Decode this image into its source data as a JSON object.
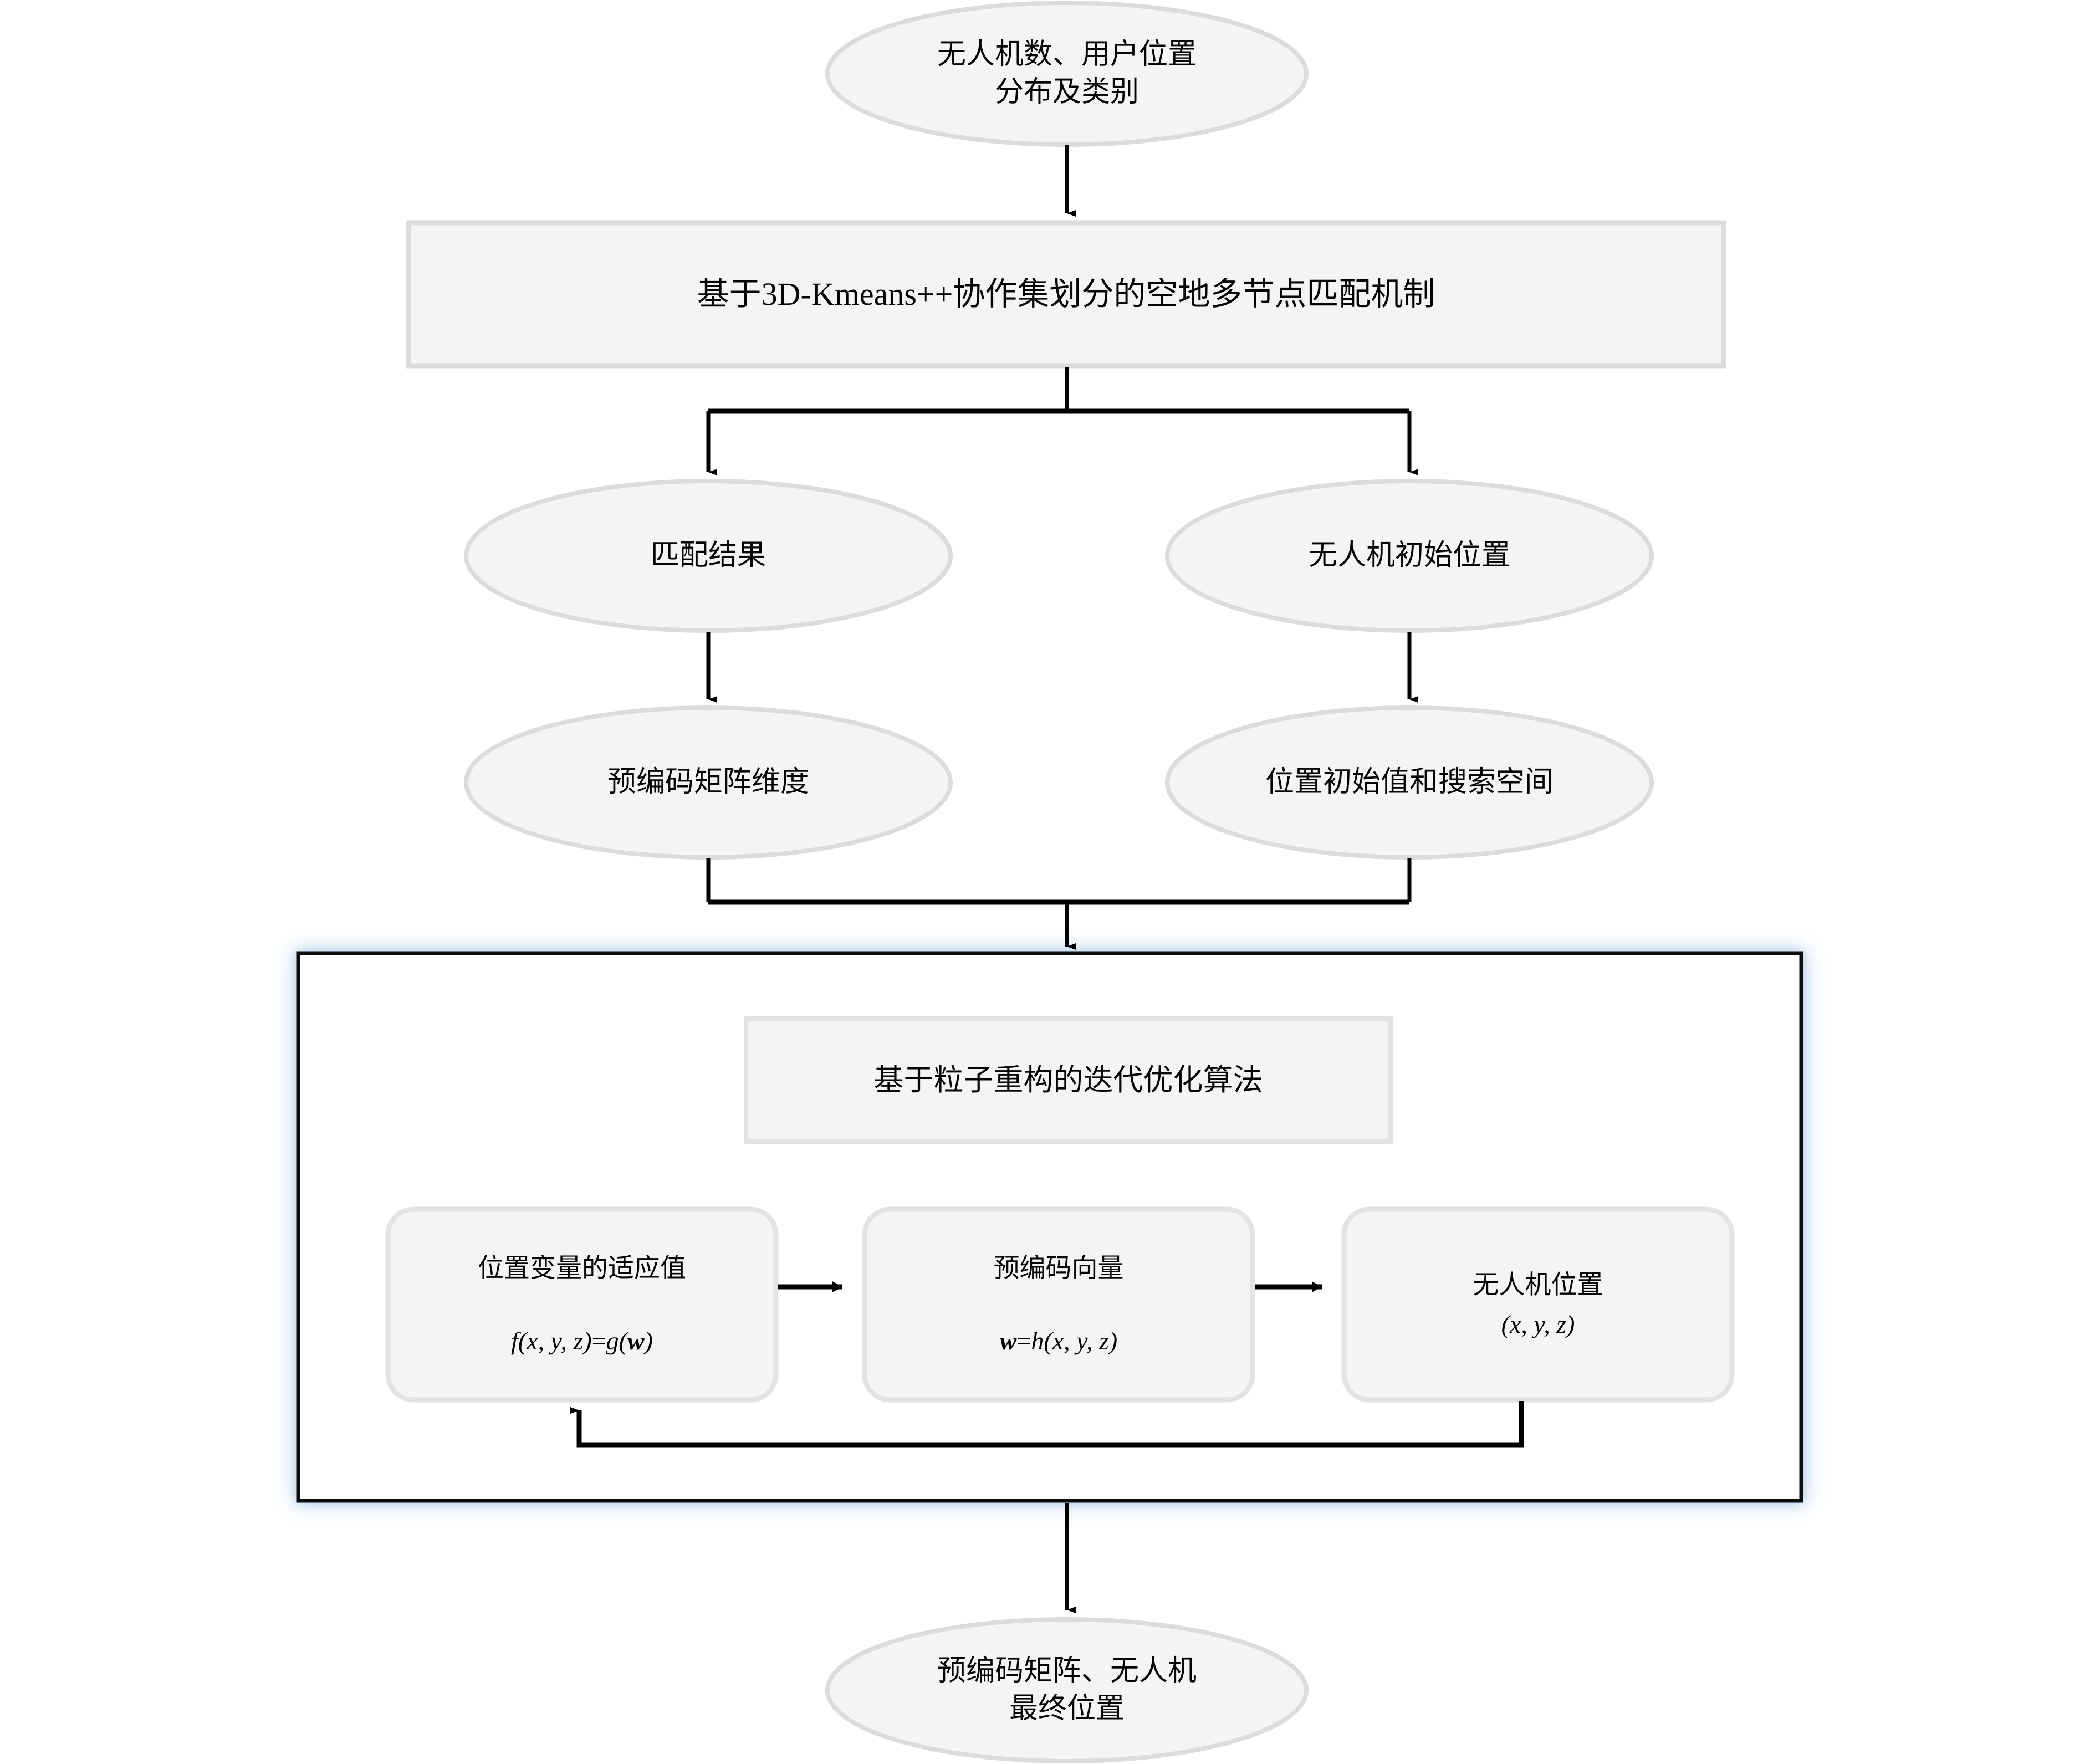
{
  "diagram": {
    "type": "flowchart",
    "title": "UAV precoding and position joint optimization flowchart",
    "colors": {
      "node_fill": "#f4f4f4",
      "node_stroke": "#dcdcdc",
      "connector": "#000000",
      "highlight_border": "#111111",
      "highlight_glow": "#b9d2ee",
      "page_background": "#ffffff"
    },
    "nodes": {
      "input_ellipse": {
        "shape": "ellipse",
        "label": "无人机数、用户位置\n分布及类别"
      },
      "main_process": {
        "shape": "rectangle",
        "label": "基于3D-Kmeans++协作集划分的空地多节点匹配机制"
      },
      "match_result": {
        "shape": "ellipse",
        "label": "匹配结果"
      },
      "uav_init_pos": {
        "shape": "ellipse",
        "label": "无人机初始位置"
      },
      "precoding_dim": {
        "shape": "ellipse",
        "label": "预编码矩阵维度"
      },
      "init_value_space": {
        "shape": "ellipse",
        "label": "位置初始值和搜索空间"
      },
      "algorithm_title": {
        "shape": "rectangle",
        "label": "基于粒子重构的迭代优化算法"
      },
      "fitness_box": {
        "shape": "rounded-rectangle",
        "label": "位置变量的适应值",
        "formula_prefix": "f",
        "formula_args": "(x, y, z)",
        "formula_eq": "=",
        "formula_fn": "g",
        "formula_open": "(",
        "formula_vec": "w",
        "formula_close": ")",
        "formula_plain": "f(x, y, z)=g(w)"
      },
      "precoding_vector_box": {
        "shape": "rounded-rectangle",
        "label": "预编码向量",
        "formula_vec": "w",
        "formula_eq": "=",
        "formula_fn": "h",
        "formula_args": "(x, y, z)",
        "formula_plain": "w=h(x, y, z)"
      },
      "uav_position_box": {
        "shape": "rounded-rectangle",
        "label": "无人机位置",
        "formula_args": "(x, y, z)",
        "formula_plain": "(x, y, z)"
      },
      "output_ellipse": {
        "shape": "ellipse",
        "label": "预编码矩阵、无人机\n最终位置"
      }
    },
    "edges": [
      {
        "from": "input_ellipse",
        "to": "main_process",
        "style": "arrow-down"
      },
      {
        "from": "main_process",
        "to": "match_result",
        "style": "split-arrow-down-left"
      },
      {
        "from": "main_process",
        "to": "uav_init_pos",
        "style": "split-arrow-down-right"
      },
      {
        "from": "match_result",
        "to": "precoding_dim",
        "style": "arrow-down"
      },
      {
        "from": "uav_init_pos",
        "to": "init_value_space",
        "style": "arrow-down"
      },
      {
        "from": "precoding_dim",
        "to": "algorithm_container",
        "style": "merge-arrow-down"
      },
      {
        "from": "init_value_space",
        "to": "algorithm_container",
        "style": "merge-arrow-down"
      },
      {
        "from": "fitness_box",
        "to": "precoding_vector_box",
        "style": "arrow-right"
      },
      {
        "from": "precoding_vector_box",
        "to": "uav_position_box",
        "style": "arrow-right"
      },
      {
        "from": "uav_position_box",
        "to": "fitness_box",
        "style": "feedback-loop-arrow-up"
      },
      {
        "from": "algorithm_container",
        "to": "output_ellipse",
        "style": "arrow-down"
      }
    ]
  }
}
